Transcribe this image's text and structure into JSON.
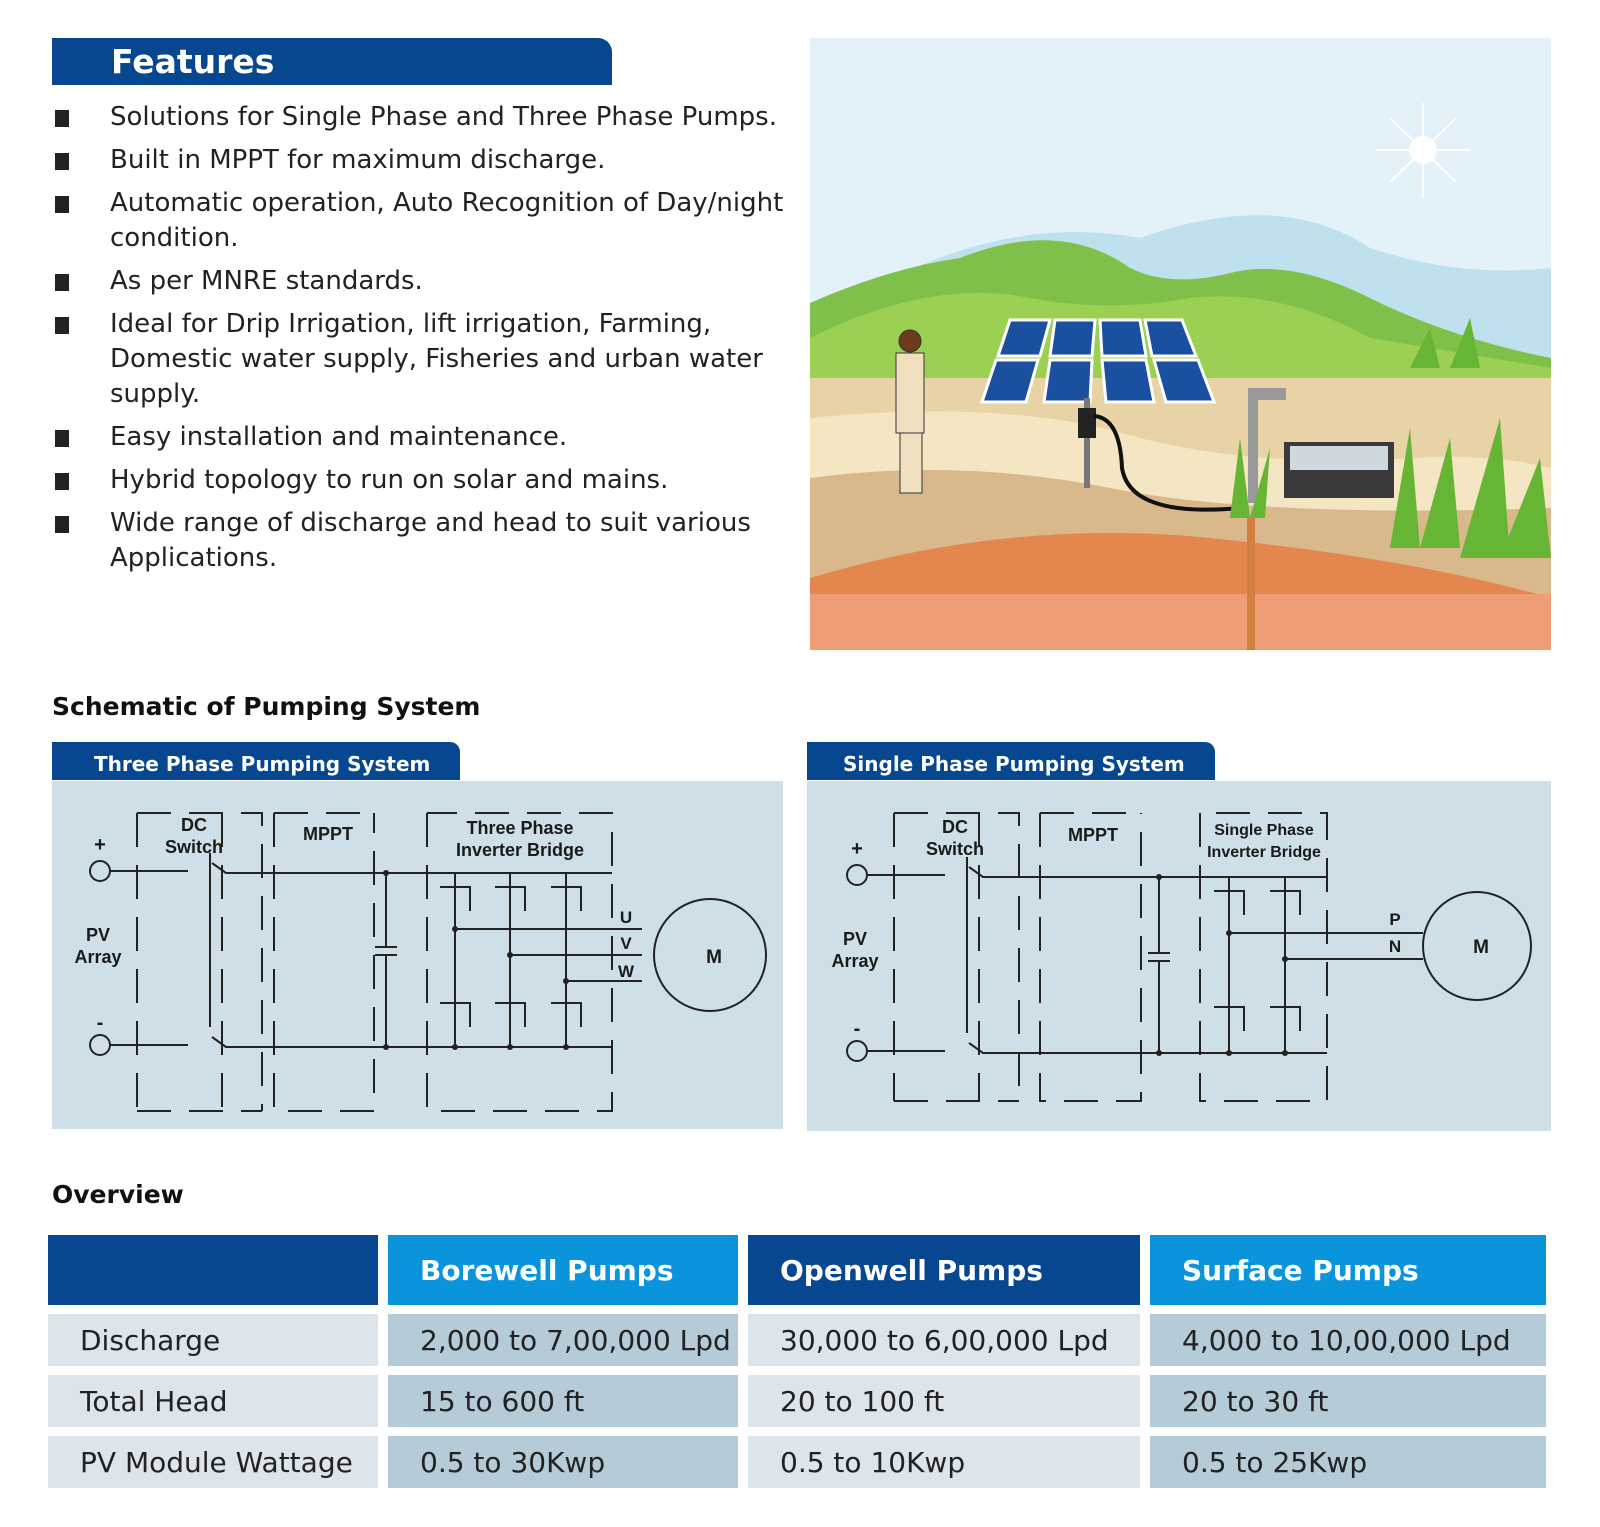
{
  "features": {
    "title": "Features",
    "items": [
      "Solutions for Single Phase and Three Phase Pumps.",
      "Built in MPPT for maximum discharge.",
      "Automatic operation, Auto Recognition of Day/night condition.",
      "As per MNRE standards.",
      "Ideal for Drip Irrigation, lift irrigation, Farming, Domestic water supply, Fisheries and urban water supply.",
      "Easy installation and maintenance.",
      "Hybrid topology to run on solar and mains.",
      "Wide range of discharge and head to suit various Applications."
    ]
  },
  "schematic": {
    "title": "Schematic of Pumping System",
    "three_phase": {
      "tab": "Three Phase Pumping System",
      "pv_plus": "+",
      "pv_minus": "-",
      "pv_label1": "PV",
      "pv_label2": "Array",
      "dc_label1": "DC",
      "dc_label2": "Switch",
      "mppt": "MPPT",
      "inv_label1": "Three Phase",
      "inv_label2": "Inverter Bridge",
      "u": "U",
      "v": "V",
      "w": "W",
      "motor": "M"
    },
    "single_phase": {
      "tab": "Single Phase Pumping System",
      "pv_plus": "+",
      "pv_minus": "-",
      "pv_label1": "PV",
      "pv_label2": "Array",
      "dc_label1": "DC",
      "dc_label2": "Switch",
      "mppt": "MPPT",
      "inv_label1": "Single Phase",
      "inv_label2": "Inverter Bridge",
      "p": "P",
      "n": "N",
      "motor": "M"
    }
  },
  "overview": {
    "title": "Overview",
    "columns": [
      "",
      "Borewell Pumps",
      "Openwell Pumps",
      "Surface Pumps"
    ],
    "rows": [
      [
        "Discharge",
        "2,000 to 7,00,000 Lpd",
        "30,000 to 6,00,000 Lpd",
        "4,000 to 10,00,000 Lpd"
      ],
      [
        "Total Head",
        "15 to 600 ft",
        "20 to 100 ft",
        "20 to 30 ft"
      ],
      [
        "PV Module Wattage",
        "0.5 to 30Kwp",
        "0.5 to 10Kwp",
        "0.5 to 25Kwp"
      ]
    ]
  },
  "colors": {
    "brand_dark_blue": "#06478f",
    "brand_light_blue": "#0a94dc",
    "panel_bg": "#cfdfe8"
  }
}
